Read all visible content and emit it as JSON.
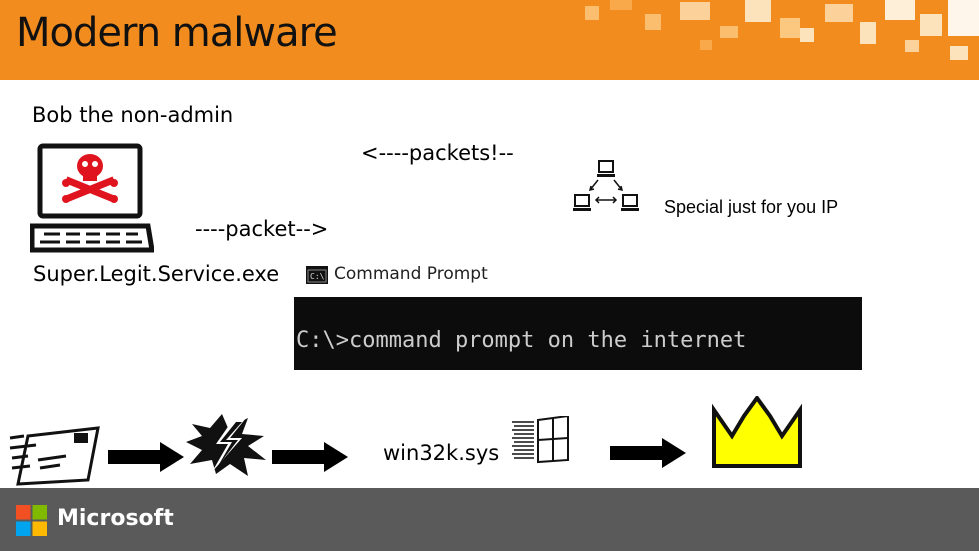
{
  "slide": {
    "title": "Modern malware",
    "bob_label": "Bob the non-admin",
    "service_label": "Super.Legit.Service.exe",
    "packet_out": "----packet-->",
    "packets_in": "<----packets!--",
    "ip_label": "Special just for you IP",
    "win32k_label": "win32k.sys"
  },
  "cmd": {
    "window_title": "Command Prompt",
    "line": "C:\\>command prompt on the internet"
  },
  "footer": {
    "brand": "Microsoft"
  },
  "colors": {
    "header": "#f28c1e",
    "footer": "#5a5a5a",
    "skull": "#e0141e",
    "crown": "#ffff00"
  }
}
